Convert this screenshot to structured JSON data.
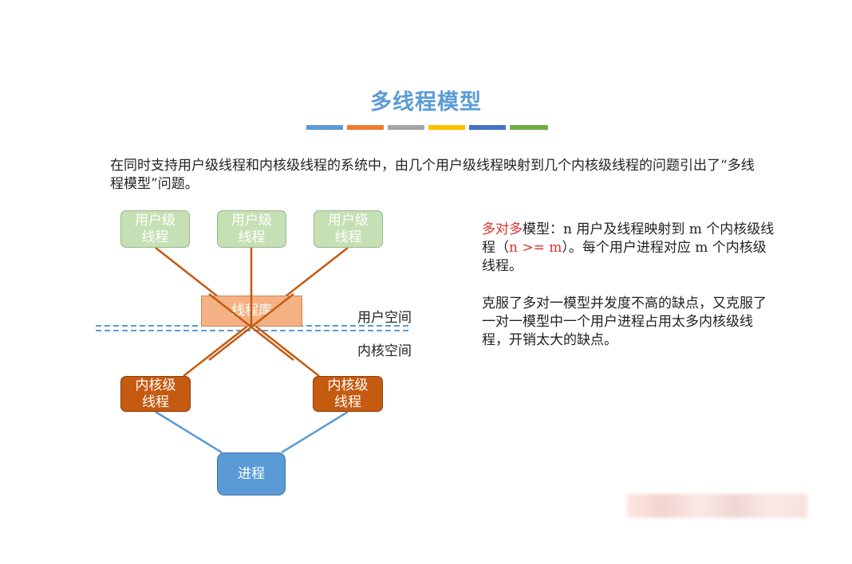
{
  "title": "多线程模型",
  "accent_colors": [
    "#5b9bd5",
    "#ed7d31",
    "#a5a5a5",
    "#ffc000",
    "#4472c4",
    "#70ad47"
  ],
  "intro_text": "在同时支持用户级线程和内核级线程的系统中，由几个用户级线程映射到几个内核级线程的问题引出了“多线程模型”问题。",
  "diagram": {
    "user_threads": [
      {
        "line1": "用户级",
        "line2": "线程"
      },
      {
        "line1": "用户级",
        "line2": "线程"
      },
      {
        "line1": "用户级",
        "line2": "线程"
      }
    ],
    "thread_library": "线程库",
    "user_space_label": "用户空间",
    "kernel_space_label": "内核空间",
    "kernel_threads": [
      {
        "line1": "内核级",
        "line2": "线程"
      },
      {
        "line1": "内核级",
        "line2": "线程"
      }
    ],
    "process": "进程",
    "colors": {
      "mapping_line": "#c55a11",
      "process_line": "#5b9bd5",
      "divider": "#5b9bd5"
    }
  },
  "description": {
    "p1_highlight": "多对多",
    "p1_a": "模型：n 用户及线程映射到 m 个内核级线程（",
    "p1_highlight2": "n >= m",
    "p1_b": "）。每个用户进程对应 m 个内核级线程。",
    "p2": "克服了多对一模型并发度不高的缺点，又克服了一对一模型中一个用户进程占用太多内核级线程，开销太大的缺点。"
  }
}
